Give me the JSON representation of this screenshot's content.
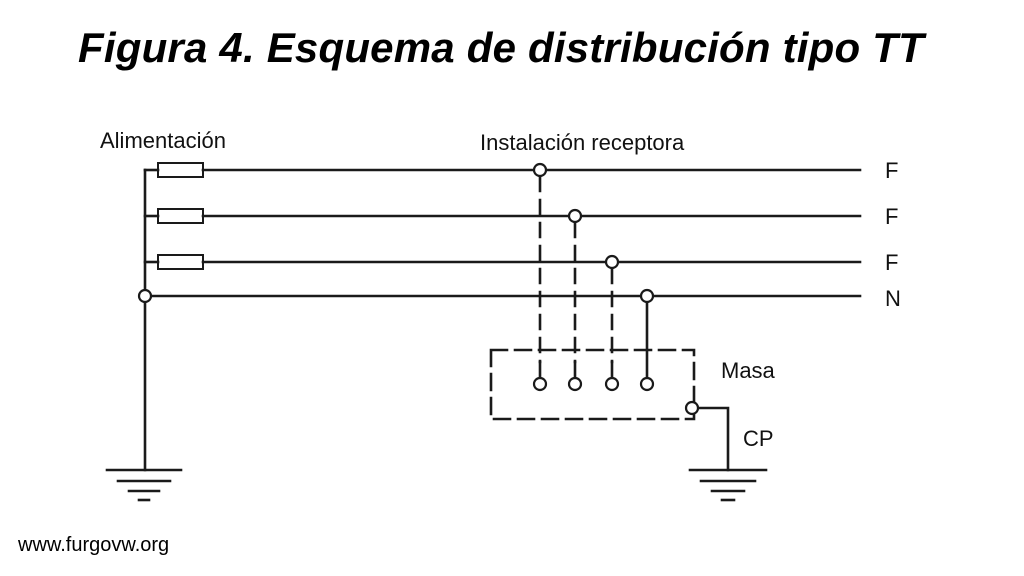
{
  "title": "Figura 4. Esquema de distribución tipo TT",
  "labels": {
    "supply": "Alimentación",
    "receiver": "Instalación receptora",
    "mass": "Masa",
    "protective": "CP"
  },
  "conductors": [
    "F",
    "F",
    "F",
    "N"
  ],
  "watermark": "www.furgovw.org",
  "colors": {
    "line": "#1a1a1a",
    "text": "#111111",
    "background": "#ffffff"
  }
}
